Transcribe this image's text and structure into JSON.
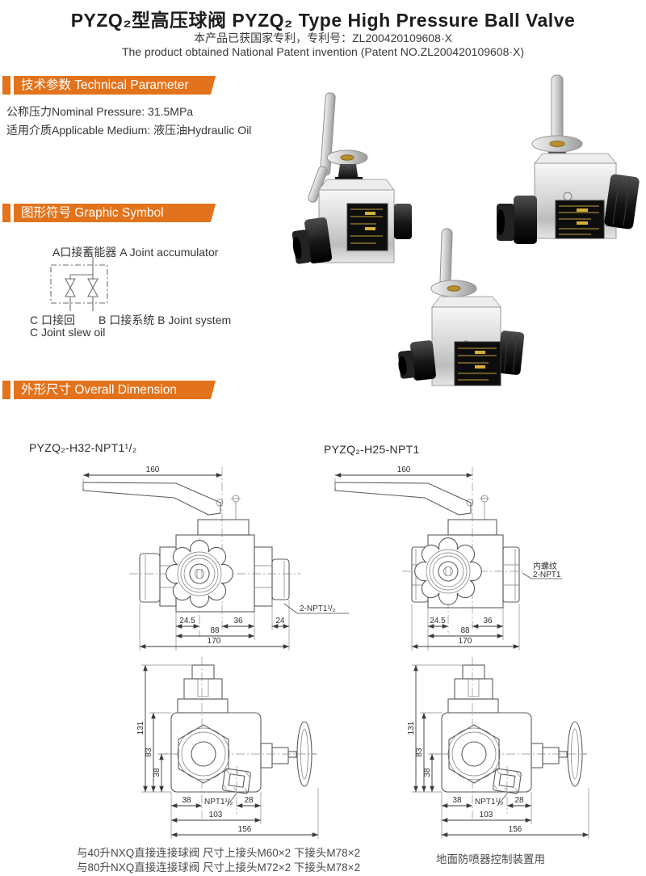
{
  "header": {
    "title": "PYZQ₂型高压球阀 PYZQ₂ Type High Pressure Ball Valve",
    "patent_cn": "本产品已获国家专利，专利号：ZL200420109608·X",
    "patent_en": "The product obtained National Patent invention (Patent NO.ZL200420109608·X)"
  },
  "colors": {
    "accent": "#e2731c",
    "label_gold": "#c8a33b"
  },
  "tech": {
    "header": "技术参数 Technical Parameter",
    "pressure": "公称压力Nominal Pressure: 31.5MPa",
    "medium": "适用介质Applicable Medium: 液压油Hydraulic Oil"
  },
  "symbol": {
    "header": "图形符号 Graphic Symbol",
    "port_a": "A口接蓄能器 A Joint accumulator",
    "port_c_cn": "C 口接回",
    "port_c_en": "C Joint slew oil",
    "port_b": "B 口接系统 B Joint system"
  },
  "dimension": {
    "header": "外形尺寸 Overall Dimension",
    "front_left": {
      "model": "PYZQ₂-H32-NPT1¹/₂",
      "handle": "160",
      "a": "24.5",
      "b": "36",
      "c": "24",
      "d": "88",
      "e": "170",
      "callout": "2-NPT1¹/₂"
    },
    "front_right": {
      "model": "PYZQ₂-H25-NPT1",
      "handle": "160",
      "a": "24.5",
      "b": "36",
      "d": "88",
      "e": "170",
      "callout_cn": "内螺纹",
      "callout_en": "2-NPT1"
    },
    "side_left": {
      "h1": "131",
      "h2": "83",
      "h3": "38",
      "w1": "38",
      "port": "NPT1¹/₂",
      "w2": "28",
      "w3": "103",
      "w4": "156"
    },
    "side_right": {
      "h1": "131",
      "h2": "83",
      "h3": "38",
      "w1": "38",
      "port": "NPT1¹/₂",
      "w2": "28",
      "w3": "103",
      "w4": "156"
    }
  },
  "captions": {
    "nxq40": "与40升NXQ直接连接球阀 尺寸上接头M60×2 下接头M78×2",
    "nxq80": "与80升NXQ直接连接球阀 尺寸上接头M72×2 下接头M78×2",
    "bop": "地面防喷器控制装置用"
  }
}
